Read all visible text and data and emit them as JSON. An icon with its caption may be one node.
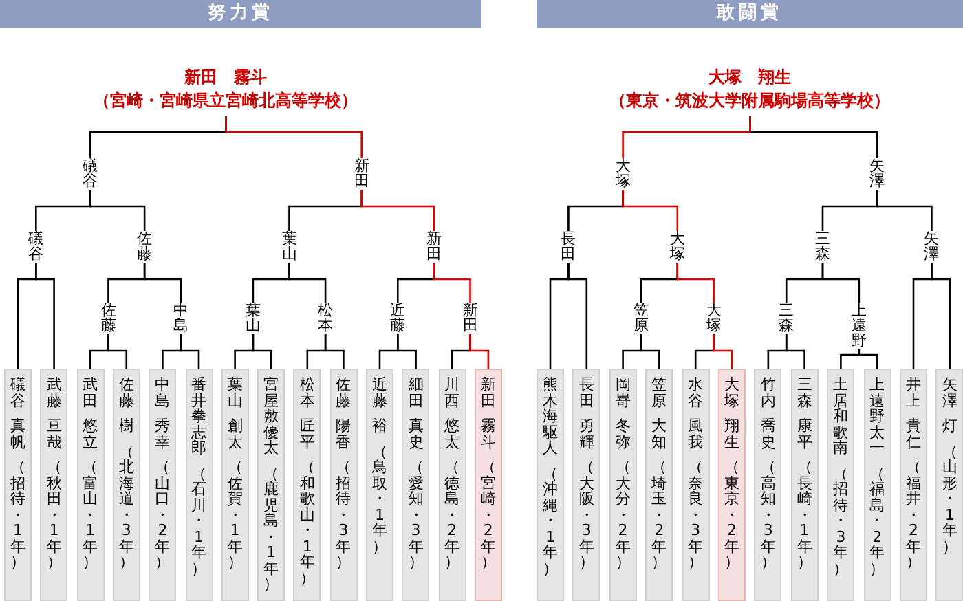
{
  "diagram": {
    "nodes": [
      {
        "text": [
          "努力賞"
        ]
      },
      {
        "text": [
          "新田　霧斗",
          "（宮崎・宮崎県立宮崎北高等学校）"
        ]
      },
      {
        "text": [
          "礒谷"
        ]
      },
      {
        "text": [
          "新田"
        ]
      },
      {
        "text": [
          "礒谷"
        ]
      },
      {
        "text": [
          "佐藤"
        ]
      },
      {
        "text": [
          "葉山"
        ]
      },
      {
        "text": [
          "新田"
        ]
      },
      {
        "text": [
          "佐藤"
        ]
      },
      {
        "text": [
          "中島"
        ]
      },
      {
        "text": [
          "葉山"
        ]
      },
      {
        "text": [
          "松本"
        ]
      },
      {
        "text": [
          "近藤"
        ]
      },
      {
        "text": [
          "新田"
        ]
      },
      {
        "text": [
          "礒谷",
          "真帆",
          "（招待・1年）"
        ]
      },
      {
        "text": [
          "武藤",
          "亘哉",
          "（秋田・1年）"
        ]
      },
      {
        "text": [
          "武田",
          "悠立",
          "（富山・1年）"
        ]
      },
      {
        "text": [
          "佐藤",
          "樹",
          "（北海道・3年）"
        ]
      },
      {
        "text": [
          "中島",
          "秀幸",
          "（山口・2年）"
        ]
      },
      {
        "text": [
          "番井拳志郎",
          "（石川・1年）"
        ]
      },
      {
        "text": [
          "葉山",
          "創太",
          "（佐賀・1年）"
        ]
      },
      {
        "text": [
          "宮屋敷優太",
          "（鹿児島・1年）"
        ]
      },
      {
        "text": [
          "松本",
          "匠平",
          "（和歌山・1年）"
        ]
      },
      {
        "text": [
          "佐藤",
          "陽香",
          "（招待・3年）"
        ]
      },
      {
        "text": [
          "近藤",
          "裕",
          "（鳥取・1年）"
        ]
      },
      {
        "text": [
          "細田",
          "真史",
          "（愛知・3年）"
        ]
      },
      {
        "text": [
          "川西",
          "悠太",
          "（徳島・2年）"
        ]
      },
      {
        "text": [
          "新田",
          "霧斗",
          "（宮崎・2年）"
        ]
      },
      {
        "text": [
          "敢闘賞"
        ]
      },
      {
        "text": [
          "大塚　翔生",
          "（東京・筑波大学附属駒場高等学校）"
        ]
      },
      {
        "text": [
          "大塚"
        ]
      },
      {
        "text": [
          "矢澤"
        ]
      },
      {
        "text": [
          "長田"
        ]
      },
      {
        "text": [
          "大塚"
        ]
      },
      {
        "text": [
          "三森"
        ]
      },
      {
        "text": [
          "矢澤"
        ]
      },
      {
        "text": [
          "笠原"
        ]
      },
      {
        "text": [
          "大塚"
        ]
      },
      {
        "text": [
          "三森"
        ]
      },
      {
        "text": [
          "上遠野"
        ]
      },
      {
        "text": [
          "熊木海駆人",
          "（沖縄・1年）"
        ]
      },
      {
        "text": [
          "長田",
          "勇輝",
          "（大阪・3年）"
        ]
      },
      {
        "text": [
          "岡嵜",
          "冬弥",
          "（大分・2年）"
        ]
      },
      {
        "text": [
          "笠原",
          "大知",
          "（埼玉・2年）"
        ]
      },
      {
        "text": [
          "水谷",
          "風我",
          "（奈良・3年）"
        ]
      },
      {
        "text": [
          "大塚",
          "翔生",
          "（東京・2年）"
        ]
      },
      {
        "text": [
          "竹内",
          "喬史",
          "（高知・3年）"
        ]
      },
      {
        "text": [
          "三森",
          "康平",
          "（長崎・1年）"
        ]
      },
      {
        "text": [
          "土居和歌南",
          "（招待・3年）"
        ]
      },
      {
        "text": [
          "上遠野太一",
          "（福島・2年）"
        ]
      },
      {
        "text": [
          "井上",
          "貴仁",
          "（福井・2年）"
        ]
      },
      {
        "text": [
          "矢澤",
          "灯",
          "（山形・1年）"
        ]
      }
    ],
    "edges": [
      {
        "from": 1,
        "to": 2,
        "arrow": "none"
      },
      {
        "from": 1,
        "to": 3,
        "arrow": "none",
        "color": "#dd0000"
      },
      {
        "from": 2,
        "to": 4,
        "arrow": "none"
      },
      {
        "from": 2,
        "to": 5,
        "arrow": "none"
      },
      {
        "from": 3,
        "to": 6,
        "arrow": "none"
      },
      {
        "from": 3,
        "to": 7,
        "arrow": "none",
        "color": "#dd0000"
      },
      {
        "from": 4,
        "to": 14,
        "arrow": "none"
      },
      {
        "from": 4,
        "to": 15,
        "arrow": "none"
      },
      {
        "from": 5,
        "to": 8,
        "arrow": "none"
      },
      {
        "from": 5,
        "to": 9,
        "arrow": "none"
      },
      {
        "from": 6,
        "to": 10,
        "arrow": "none"
      },
      {
        "from": 6,
        "to": 11,
        "arrow": "none"
      },
      {
        "from": 7,
        "to": 12,
        "arrow": "none"
      },
      {
        "from": 7,
        "to": 13,
        "arrow": "none",
        "color": "#dd0000"
      },
      {
        "from": 8,
        "to": 16,
        "arrow": "none"
      },
      {
        "from": 8,
        "to": 17,
        "arrow": "none"
      },
      {
        "from": 9,
        "to": 18,
        "arrow": "none"
      },
      {
        "from": 9,
        "to": 19,
        "arrow": "none"
      },
      {
        "from": 10,
        "to": 20,
        "arrow": "none"
      },
      {
        "from": 10,
        "to": 21,
        "arrow": "none"
      },
      {
        "from": 11,
        "to": 22,
        "arrow": "none"
      },
      {
        "from": 11,
        "to": 23,
        "arrow": "none"
      },
      {
        "from": 12,
        "to": 24,
        "arrow": "none"
      },
      {
        "from": 12,
        "to": 25,
        "arrow": "none"
      },
      {
        "from": 13,
        "to": 26,
        "arrow": "none"
      },
      {
        "from": 13,
        "to": 27,
        "arrow": "none",
        "color": "#dd0000"
      },
      {
        "from": 29,
        "to": 30,
        "arrow": "none",
        "color": "#dd0000"
      },
      {
        "from": 29,
        "to": 31,
        "arrow": "none"
      },
      {
        "from": 30,
        "to": 32,
        "arrow": "none"
      },
      {
        "from": 30,
        "to": 33,
        "arrow": "none",
        "color": "#dd0000"
      },
      {
        "from": 31,
        "to": 34,
        "arrow": "none"
      },
      {
        "from": 31,
        "to": 35,
        "arrow": "none"
      },
      {
        "from": 32,
        "to": 40,
        "arrow": "none"
      },
      {
        "from": 32,
        "to": 41,
        "arrow": "none"
      },
      {
        "from": 33,
        "to": 36,
        "arrow": "none"
      },
      {
        "from": 33,
        "to": 37,
        "arrow": "none",
        "color": "#dd0000"
      },
      {
        "from": 34,
        "to": 38,
        "arrow": "none"
      },
      {
        "from": 34,
        "to": 39,
        "arrow": "none"
      },
      {
        "from": 35,
        "to": 50,
        "arrow": "none"
      },
      {
        "from": 35,
        "to": 51,
        "arrow": "none"
      },
      {
        "from": 36,
        "to": 42,
        "arrow": "none"
      },
      {
        "from": 36,
        "to": 43,
        "arrow": "none"
      },
      {
        "from": 37,
        "to": 44,
        "arrow": "none"
      },
      {
        "from": 37,
        "to": 45,
        "arrow": "none",
        "color": "#dd0000"
      },
      {
        "from": 38,
        "to": 46,
        "arrow": "none"
      },
      {
        "from": 38,
        "to": 47,
        "arrow": "none"
      },
      {
        "from": 39,
        "to": 48,
        "arrow": "none"
      },
      {
        "from": 39,
        "to": 49,
        "arrow": "none"
      }
    ]
  }
}
